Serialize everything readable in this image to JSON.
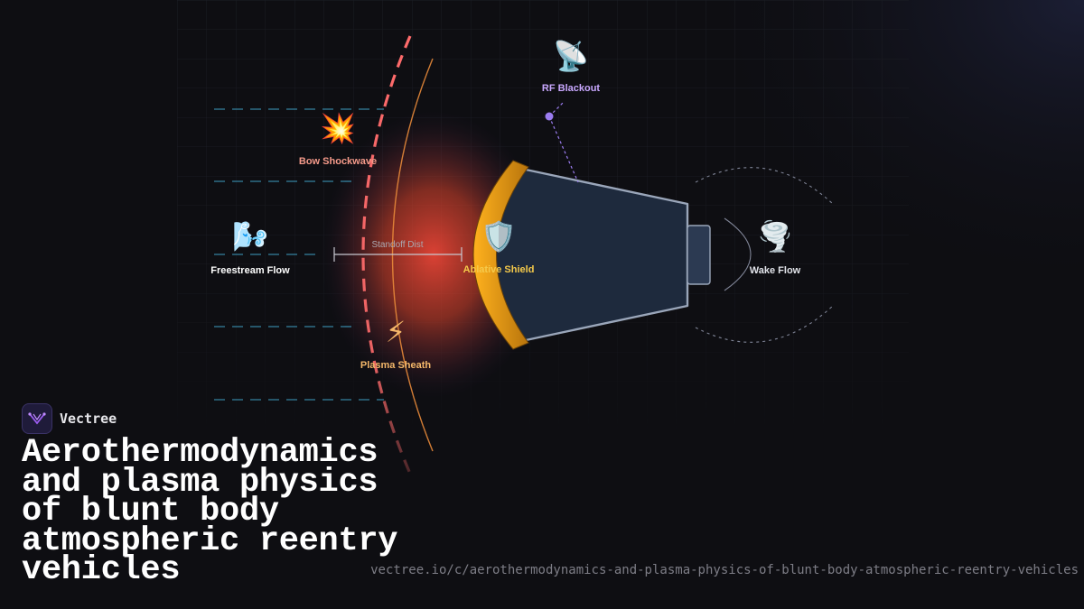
{
  "brand": {
    "name": "Vectree"
  },
  "title": "Aerothermodynamics and plasma physics of blunt body atmospheric reentry vehicles",
  "url": "vectree.io/c/aerothermodynamics-and-plasma-physics-of-blunt-body-atmospheric-reentry-vehicles",
  "diagram": {
    "standoff_label": "Standoff Dist",
    "labels": [
      {
        "id": "rf-blackout",
        "text": "RF Blackout",
        "icon": "satellite-antenna-icon",
        "glyph": "📡",
        "color": "#c9a8ff"
      },
      {
        "id": "bow-shockwave",
        "text": "Bow Shockwave",
        "icon": "collision-icon",
        "glyph": "💥",
        "color": "#f59a8a"
      },
      {
        "id": "freestream-flow",
        "text": "Freestream Flow",
        "icon": "wind-face-icon",
        "glyph": "🌬️",
        "color": "#ffffff"
      },
      {
        "id": "ablative-shield",
        "text": "Ablative Shield",
        "icon": "shield-icon",
        "glyph": "🛡️",
        "color": "#f5c94a"
      },
      {
        "id": "wake-flow",
        "text": "Wake Flow",
        "icon": "tornado-icon",
        "glyph": "🌪️",
        "color": "#e2e4ea"
      },
      {
        "id": "plasma-sheath",
        "text": "Plasma Sheath",
        "icon": "lightning-icon",
        "glyph": "⚡",
        "color": "#f5b86a"
      }
    ]
  },
  "colors": {
    "background": "#0e0e12",
    "shock": "#ff6b6b",
    "sheath": "#e88a3a",
    "shield": "#f0a21a",
    "capsule": "#1e2a3d",
    "capsule_stroke": "#9aa6ba",
    "flow_lines": "#3a8fb0",
    "rf_accent": "#9b7cf0"
  }
}
